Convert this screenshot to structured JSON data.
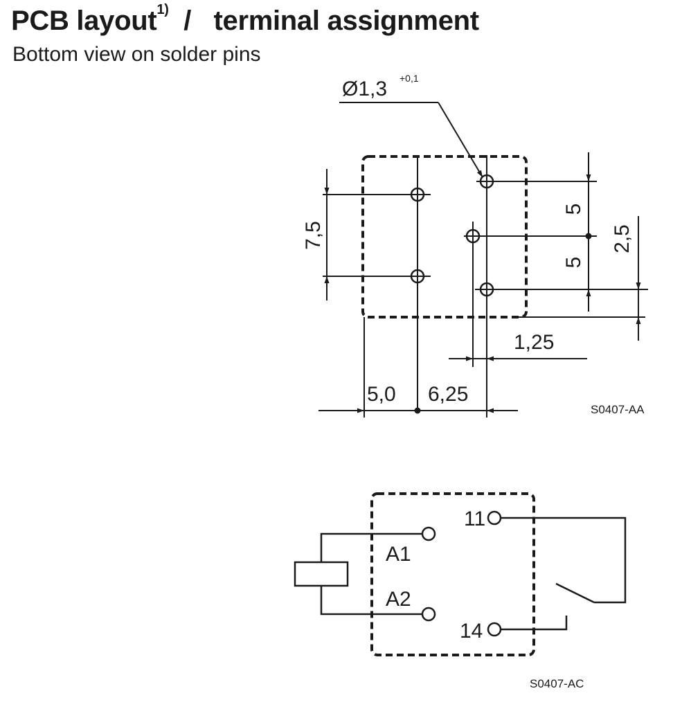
{
  "header": {
    "title_main": "PCB layout",
    "title_footnote": "1)",
    "title_sep": "/",
    "title_second": "terminal assignment",
    "subtitle": "Bottom view on solder pins"
  },
  "pcb_layout": {
    "hole_dia": "Ø1,3",
    "hole_tol": "+0,1",
    "dim_vertical_left": "7,5",
    "dim_vertical_right_upper": "5",
    "dim_vertical_right_lower": "5",
    "dim_vertical_offset": "2,5",
    "dim_offset_horizontal": "1,25",
    "dim_bottom_left": "5,0",
    "dim_bottom_right": "6,25",
    "drawing_code": "S0407-AA"
  },
  "terminal_assignment": {
    "terminals": {
      "a1": "A1",
      "a2": "A2",
      "t11": "11",
      "t14": "14"
    },
    "drawing_code": "S0407-AC"
  }
}
